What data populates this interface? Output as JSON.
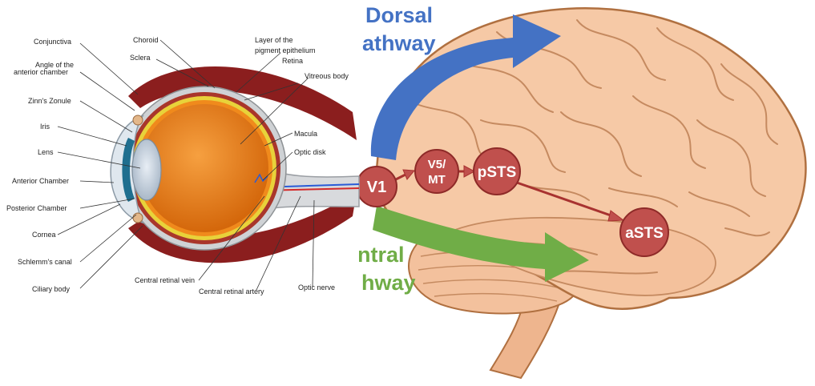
{
  "eye": {
    "labels": {
      "conjunctiva": "Conjunctiva",
      "angle_line1": "Angle of the",
      "angle_line2": "anterior chamber",
      "zinns_zonule": "Zinn's Zonule",
      "iris": "Iris",
      "lens": "Lens",
      "anterior_chamber": "Anterior Chamber",
      "posterior_chamber": "Posterior Chamber",
      "cornea": "Cornea",
      "schlemms_canal": "Schlemm's canal",
      "ciliary_body": "Ciliary body",
      "choroid": "Choroid",
      "sclera": "Sclera",
      "pigment_line1": "Layer of the",
      "pigment_line2": "pigment epithelium",
      "retina": "Retina",
      "vitreous_body": "Vitreous body",
      "macula": "Macula",
      "optic_disk": "Optic disk",
      "central_retinal_vein": "Central retinal vein",
      "central_retinal_artery": "Central retinal artery",
      "optic_nerve": "Optic nerve"
    }
  },
  "brain": {
    "dorsal_line1": "Dorsal",
    "dorsal_line2": "athway",
    "ventral_line1": "ntral",
    "ventral_line2": "hway",
    "nodes": {
      "v1": "V1",
      "v5_line1": "V5/",
      "v5_line2": "MT",
      "psts": "pSTS",
      "asts": "aSTS"
    },
    "colors": {
      "dorsal": "#4472c4",
      "ventral": "#70ad47",
      "node": "#c0504d",
      "brain": "#f6c9a6"
    }
  }
}
